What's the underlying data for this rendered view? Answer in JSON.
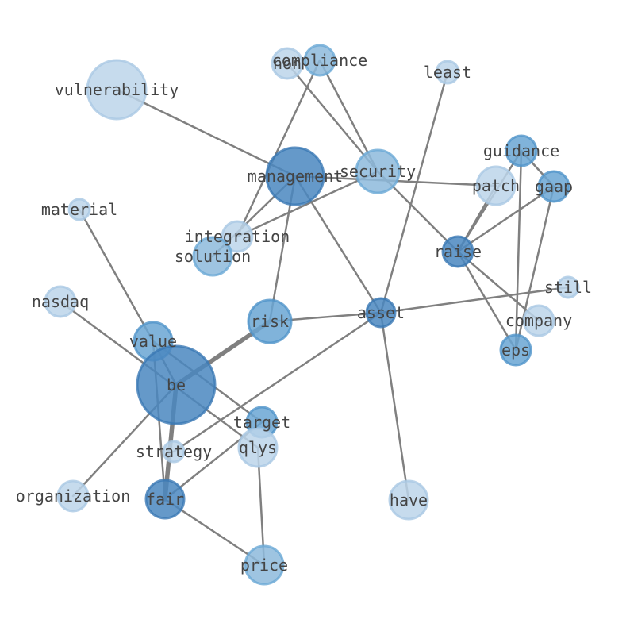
{
  "colors": {
    "edge": "#808080",
    "label": "#444444",
    "level1": "#bcd5ea",
    "level2": "#8dbadc",
    "level3": "#6aa6d4",
    "level4": "#4a87c0"
  },
  "nodes": [
    {
      "id": "vulnerability",
      "label": "vulnerability",
      "level": 1
    },
    {
      "id": "non",
      "label": "non",
      "level": 1
    },
    {
      "id": "compliance",
      "label": "compliance",
      "level": 2
    },
    {
      "id": "least",
      "label": "least",
      "level": 1
    },
    {
      "id": "management",
      "label": "management",
      "level": 4
    },
    {
      "id": "security",
      "label": "security",
      "level": 2
    },
    {
      "id": "guidance",
      "label": "guidance",
      "level": 3
    },
    {
      "id": "patch",
      "label": "patch",
      "level": 1
    },
    {
      "id": "gaap",
      "label": "gaap",
      "level": 3
    },
    {
      "id": "material",
      "label": "material",
      "level": 1
    },
    {
      "id": "integration",
      "label": "integration",
      "level": 1
    },
    {
      "id": "solution",
      "label": "solution",
      "level": 2
    },
    {
      "id": "raise",
      "label": "raise",
      "level": 4
    },
    {
      "id": "still",
      "label": "still",
      "level": 1
    },
    {
      "id": "nasdaq",
      "label": "nasdaq",
      "level": 1
    },
    {
      "id": "asset",
      "label": "asset",
      "level": 4
    },
    {
      "id": "company",
      "label": "company",
      "level": 1
    },
    {
      "id": "risk",
      "label": "risk",
      "level": 3
    },
    {
      "id": "value",
      "label": "value",
      "level": 3
    },
    {
      "id": "eps",
      "label": "eps",
      "level": 3
    },
    {
      "id": "be",
      "label": "be",
      "level": 4
    },
    {
      "id": "target",
      "label": "target",
      "level": 3
    },
    {
      "id": "strategy",
      "label": "strategy",
      "level": 1
    },
    {
      "id": "qlys",
      "label": "qlys",
      "level": 1
    },
    {
      "id": "organization",
      "label": "organization",
      "level": 1
    },
    {
      "id": "fair",
      "label": "fair",
      "level": 4
    },
    {
      "id": "have",
      "label": "have",
      "level": 1
    },
    {
      "id": "price",
      "label": "price",
      "level": 2
    }
  ],
  "edges": [
    [
      "vulnerability",
      "management",
      1
    ],
    [
      "management",
      "patch",
      1
    ],
    [
      "management",
      "solution",
      1
    ],
    [
      "management",
      "risk",
      1
    ],
    [
      "management",
      "asset",
      1
    ],
    [
      "non",
      "security",
      1
    ],
    [
      "compliance",
      "security",
      1
    ],
    [
      "compliance",
      "integration",
      1
    ],
    [
      "security",
      "raise",
      1
    ],
    [
      "security",
      "integration",
      1
    ],
    [
      "least",
      "asset",
      1
    ],
    [
      "guidance",
      "gaap",
      1
    ],
    [
      "guidance",
      "eps",
      1
    ],
    [
      "guidance",
      "raise",
      1
    ],
    [
      "gaap",
      "raise",
      1
    ],
    [
      "gaap",
      "eps",
      1
    ],
    [
      "patch",
      "raise",
      1
    ],
    [
      "raise",
      "eps",
      1
    ],
    [
      "raise",
      "company",
      1
    ],
    [
      "still",
      "asset",
      1
    ],
    [
      "asset",
      "risk",
      1
    ],
    [
      "asset",
      "strategy",
      1
    ],
    [
      "asset",
      "have",
      1
    ],
    [
      "material",
      "value",
      1
    ],
    [
      "nasdaq",
      "qlys",
      1
    ],
    [
      "risk",
      "be",
      3
    ],
    [
      "value",
      "be",
      1
    ],
    [
      "value",
      "target",
      1
    ],
    [
      "value",
      "fair",
      1
    ],
    [
      "be",
      "fair",
      3
    ],
    [
      "be",
      "organization",
      1
    ],
    [
      "target",
      "fair",
      1
    ],
    [
      "qlys",
      "price",
      1
    ],
    [
      "fair",
      "price",
      1
    ]
  ]
}
